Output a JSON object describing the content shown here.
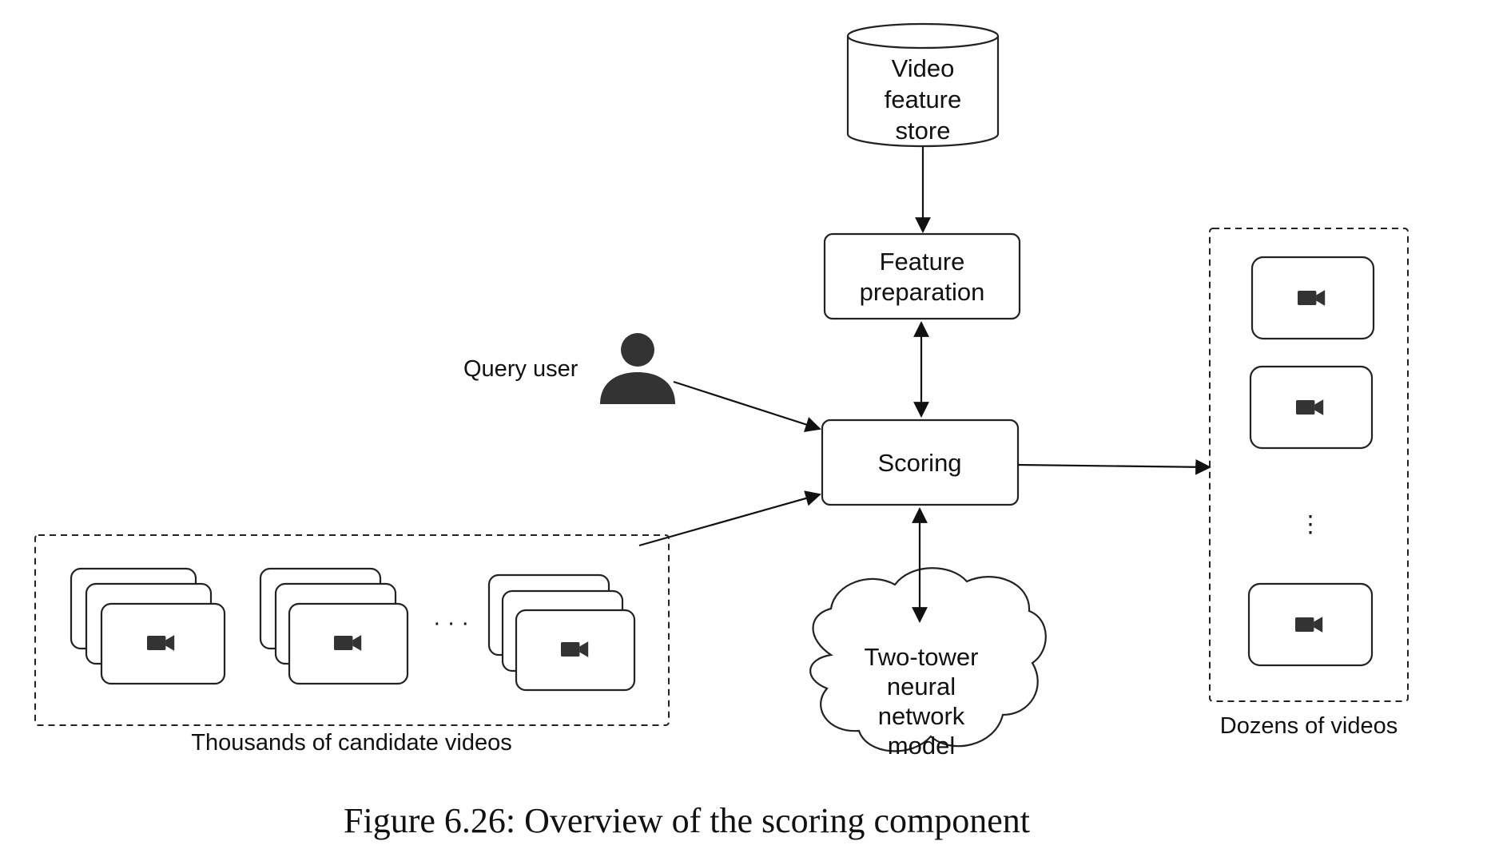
{
  "nodes": {
    "store": {
      "line1": "Video",
      "line2": "feature",
      "line3": "store"
    },
    "prep": {
      "line1": "Feature",
      "line2": "preparation"
    },
    "scoring": {
      "label": "Scoring"
    },
    "model": {
      "line1": "Two-tower",
      "line2": "neural",
      "line3": "network",
      "line4": "model"
    }
  },
  "labels": {
    "query_user": "Query user",
    "candidates": "Thousands of candidate videos",
    "output": "Dozens of videos",
    "ellipsis_h": "· · ·",
    "ellipsis_v": "⋮"
  },
  "caption": "Figure 6.26: Overview of the scoring component",
  "icons": {
    "video": "video-camera-icon",
    "user": "user-icon"
  }
}
